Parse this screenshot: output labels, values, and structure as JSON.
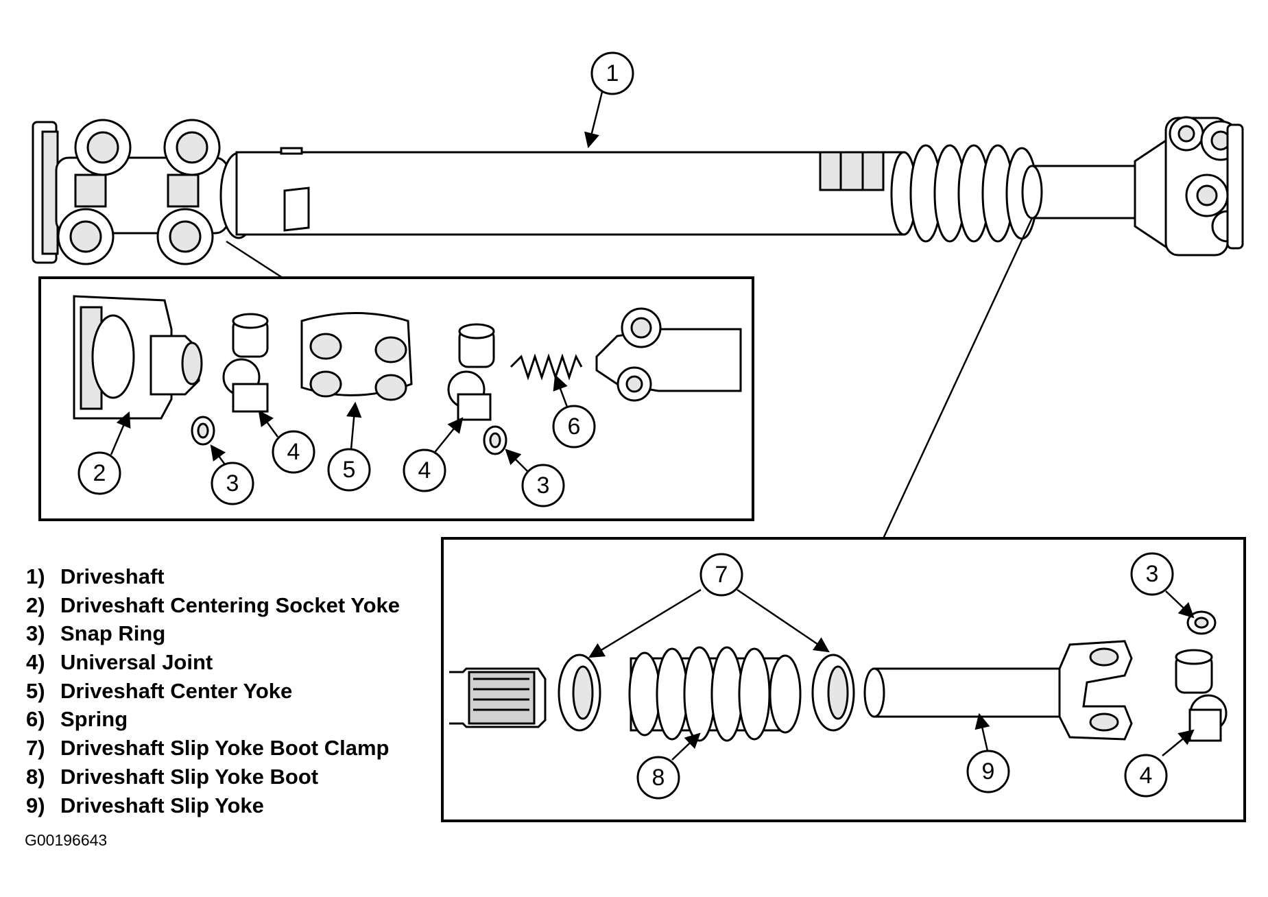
{
  "callouts": {
    "c1": "1",
    "c2": "2",
    "c3a": "3",
    "c4a": "4",
    "c5": "5",
    "c4b": "4",
    "c6": "6",
    "c3b": "3",
    "c7": "7",
    "c3c": "3",
    "c8": "8",
    "c9": "9",
    "c4c": "4"
  },
  "legend": [
    {
      "num": "1)",
      "label": "Driveshaft"
    },
    {
      "num": "2)",
      "label": "Driveshaft Centering Socket Yoke"
    },
    {
      "num": "3)",
      "label": "Snap Ring"
    },
    {
      "num": "4)",
      "label": "Universal Joint"
    },
    {
      "num": "5)",
      "label": "Driveshaft Center Yoke"
    },
    {
      "num": "6)",
      "label": "Spring"
    },
    {
      "num": "7)",
      "label": "Driveshaft Slip Yoke Boot Clamp"
    },
    {
      "num": "8)",
      "label": "Driveshaft Slip Yoke Boot"
    },
    {
      "num": "9)",
      "label": "Driveshaft Slip Yoke"
    }
  ],
  "figure_id": "G00196643",
  "colors": {
    "ink": "#000000",
    "paper": "#ffffff",
    "shade": "#e6e6e6"
  }
}
